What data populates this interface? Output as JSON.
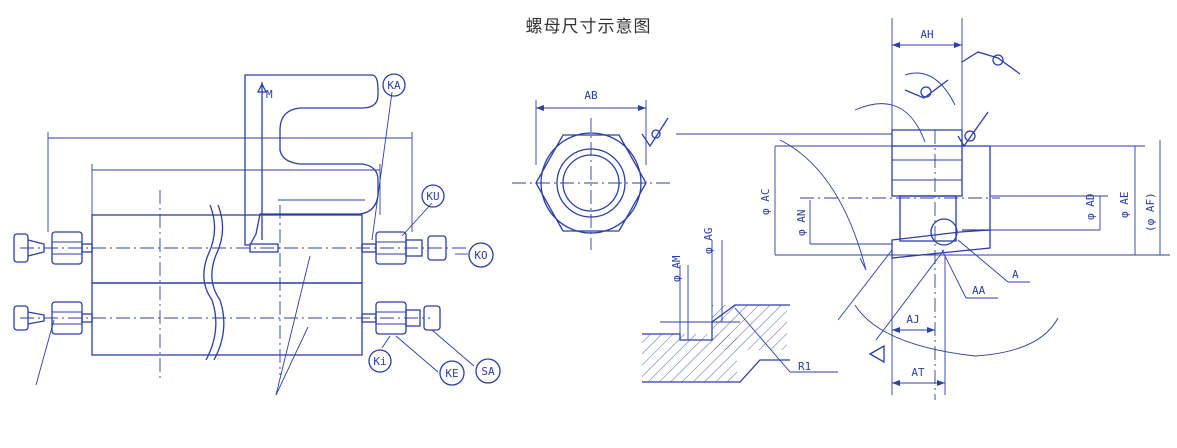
{
  "title": "螺母尺寸示意图",
  "accent_color": "#2b3fa8",
  "labels": {
    "ka": "KA",
    "ku": "KU",
    "ko": "KO",
    "ki": "Ki",
    "ke": "KE",
    "sa": "SA",
    "ab": "AB",
    "ah": "AH",
    "aj": "AJ",
    "at": "AT",
    "a": "A",
    "aa": "AA",
    "r1": "R1",
    "ac": "φ AC",
    "an_left": "φ AN",
    "am": "φ AM",
    "ag": "φ AG",
    "ad": "φ AD",
    "ae": "φ AE",
    "af": "(φ AF)"
  }
}
